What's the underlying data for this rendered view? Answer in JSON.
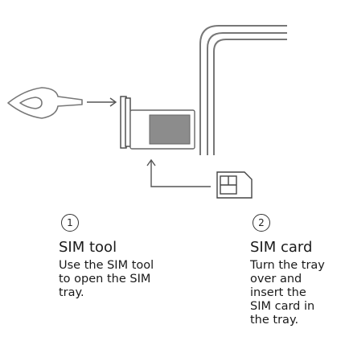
{
  "steps": [
    {
      "number": "1",
      "title": "SIM tool",
      "description": "Use the SIM tool\nto open the SIM\ntray."
    },
    {
      "number": "2",
      "title": "SIM card",
      "description": "Turn the tray\nover and\ninsert the\nSIM card in\nthe tray."
    }
  ],
  "icons": {
    "tool": "sim-ejector-tool-icon",
    "tray": "sim-tray-icon",
    "card": "sim-card-icon",
    "phone": "phone-corner-icon"
  }
}
